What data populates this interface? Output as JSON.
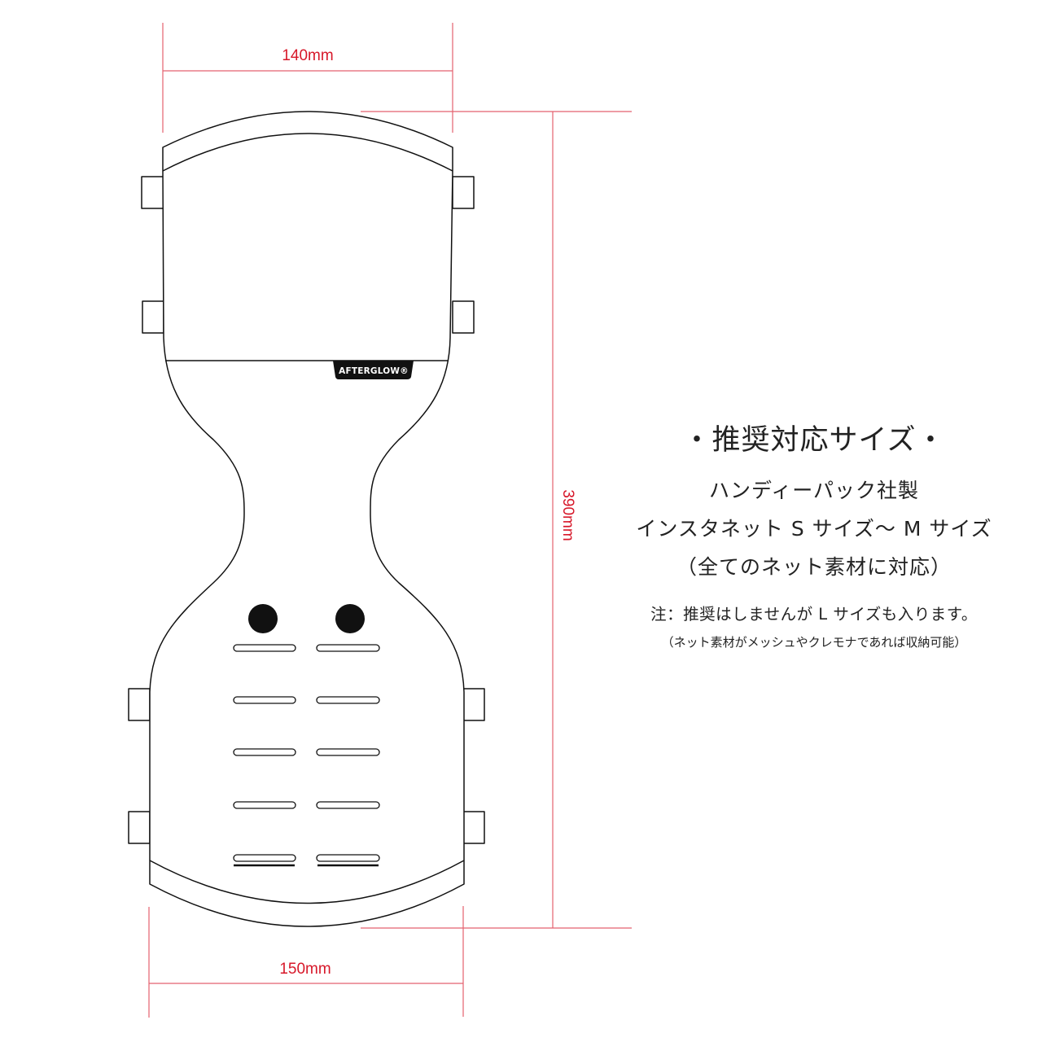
{
  "dimensions": {
    "top_width": "140mm",
    "height": "390mm",
    "bottom_width": "150mm",
    "line_color": "#d7182a"
  },
  "product": {
    "logo": "AFTERGLOW®",
    "outline_color": "#111111",
    "tabs_count": 8,
    "holes_count": 2,
    "slots_rows": 5
  },
  "info": {
    "title": "・推奨対応サイズ・",
    "lines": [
      "ハンディーパック社製",
      "インスタネット S サイズ〜 M サイズ",
      "（全てのネット素材に対応）"
    ],
    "note": "注：推奨はしませんが L サイズも入ります。",
    "sub_note": "（ネット素材がメッシュやクレモナであれば収納可能）"
  }
}
